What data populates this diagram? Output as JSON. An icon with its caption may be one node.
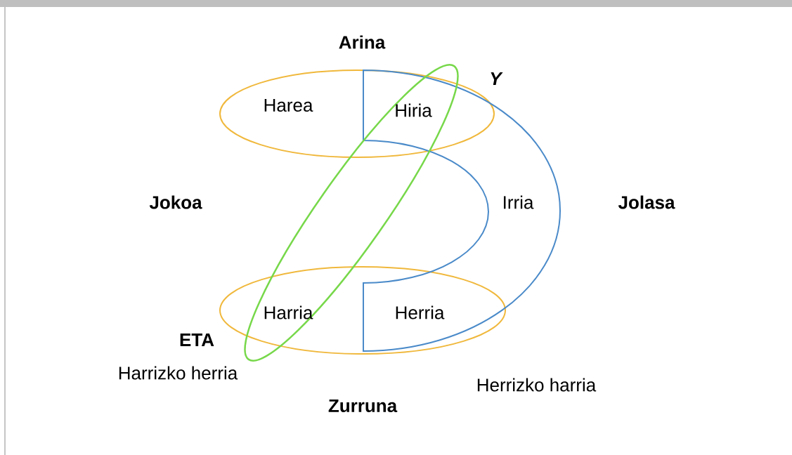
{
  "diagram": {
    "labels": [
      "Arina",
      "Y",
      "Harea",
      "Hiria",
      "Jokoa",
      "Irria",
      "Jolasa",
      "Harria",
      "Herria",
      "ETA",
      "Harrizko herria",
      "Herrizko harria",
      "Zurruna"
    ]
  }
}
